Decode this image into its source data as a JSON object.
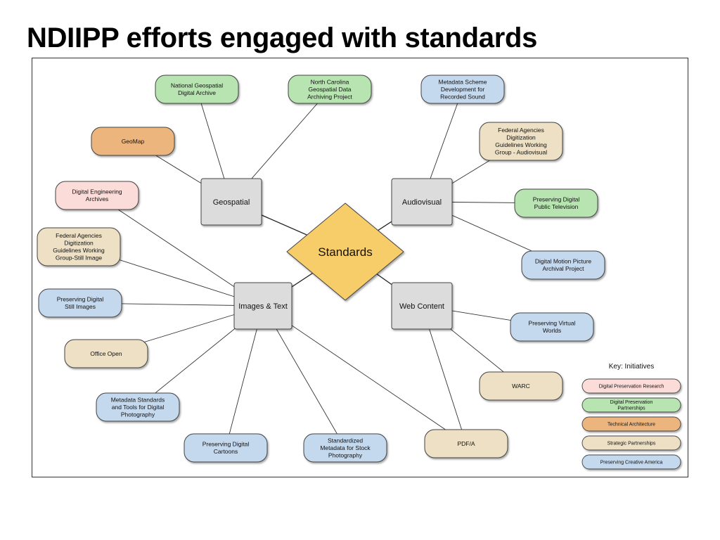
{
  "title": "NDIIPP efforts engaged with standards",
  "colors": {
    "research": "#fcdcd8",
    "partnerships": "#b7e4b0",
    "technical": "#edb57e",
    "strategic": "#ede0c4",
    "creative": "#c4d8ee",
    "hub": "#dcdcdc",
    "center": "#f7cd6b"
  },
  "center": {
    "label": "Standards"
  },
  "hubs": [
    {
      "id": "geo",
      "label": "Geospatial"
    },
    {
      "id": "av",
      "label": "Audiovisual"
    },
    {
      "id": "img",
      "label": "Images & Text"
    },
    {
      "id": "web",
      "label": "Web Content"
    }
  ],
  "initiatives": [
    {
      "id": "ngda",
      "lines": [
        "National Geospatial",
        "Digital Archive"
      ],
      "category": "partnerships",
      "hub": "geo"
    },
    {
      "id": "ncgdap",
      "lines": [
        "North Carolina",
        "Geospatial Data",
        "Archiving Project"
      ],
      "category": "partnerships",
      "hub": "geo"
    },
    {
      "id": "geomap",
      "lines": [
        "GeoMap"
      ],
      "category": "technical",
      "hub": "geo"
    },
    {
      "id": "mdsound",
      "lines": [
        "Metadata Scheme",
        "Development for",
        "Recorded Sound"
      ],
      "category": "creative",
      "hub": "av"
    },
    {
      "id": "fadgwg_av",
      "lines": [
        "Federal Agencies",
        "Digitization",
        "Guidelines Working",
        "Group - Audiovisual"
      ],
      "category": "strategic",
      "hub": "av"
    },
    {
      "id": "pdpt",
      "lines": [
        "Preserving Digital",
        "Public Television"
      ],
      "category": "partnerships",
      "hub": "av"
    },
    {
      "id": "dmpap",
      "lines": [
        "Digital Motion Picture",
        "Archival Project"
      ],
      "category": "creative",
      "hub": "av"
    },
    {
      "id": "dea",
      "lines": [
        "Digital Engineering",
        "Archives"
      ],
      "category": "research",
      "hub": "img"
    },
    {
      "id": "fadgwg_si",
      "lines": [
        "Federal Agencies",
        "Digitization",
        "Guidelines Working",
        "Group-Still Image"
      ],
      "category": "strategic",
      "hub": "img"
    },
    {
      "id": "pdsi",
      "lines": [
        "Preserving Digital",
        "Still Images"
      ],
      "category": "creative",
      "hub": "img"
    },
    {
      "id": "officeopen",
      "lines": [
        "Office Open"
      ],
      "category": "strategic",
      "hub": "img"
    },
    {
      "id": "mstdp",
      "lines": [
        "Metadata Standards",
        "and Tools for Digital",
        "Photography"
      ],
      "category": "creative",
      "hub": "img"
    },
    {
      "id": "pdc",
      "lines": [
        "Preserving Digital",
        "Cartoons"
      ],
      "category": "creative",
      "hub": "img"
    },
    {
      "id": "smsp",
      "lines": [
        "Standardized",
        "Metadata for Stock",
        "Photography"
      ],
      "category": "creative",
      "hub": "img"
    },
    {
      "id": "pvw",
      "lines": [
        "Preserving Virtual",
        "Worlds"
      ],
      "category": "creative",
      "hub": "web"
    },
    {
      "id": "warc",
      "lines": [
        "WARC"
      ],
      "category": "strategic",
      "hub": "web"
    },
    {
      "id": "pdfa",
      "lines": [
        "PDF/A"
      ],
      "category": "strategic",
      "hub": [
        "img",
        "web"
      ]
    }
  ],
  "legend": {
    "title": "Key: Initiatives",
    "items": [
      {
        "category": "research",
        "lines": [
          "Digital Preservation Research"
        ]
      },
      {
        "category": "partnerships",
        "lines": [
          "Digital Preservation",
          "Partnerships"
        ]
      },
      {
        "category": "technical",
        "lines": [
          "Technical Architecture"
        ]
      },
      {
        "category": "strategic",
        "lines": [
          "Strategic Partnerships"
        ]
      },
      {
        "category": "creative",
        "lines": [
          "Preserving Creative America"
        ]
      }
    ]
  }
}
